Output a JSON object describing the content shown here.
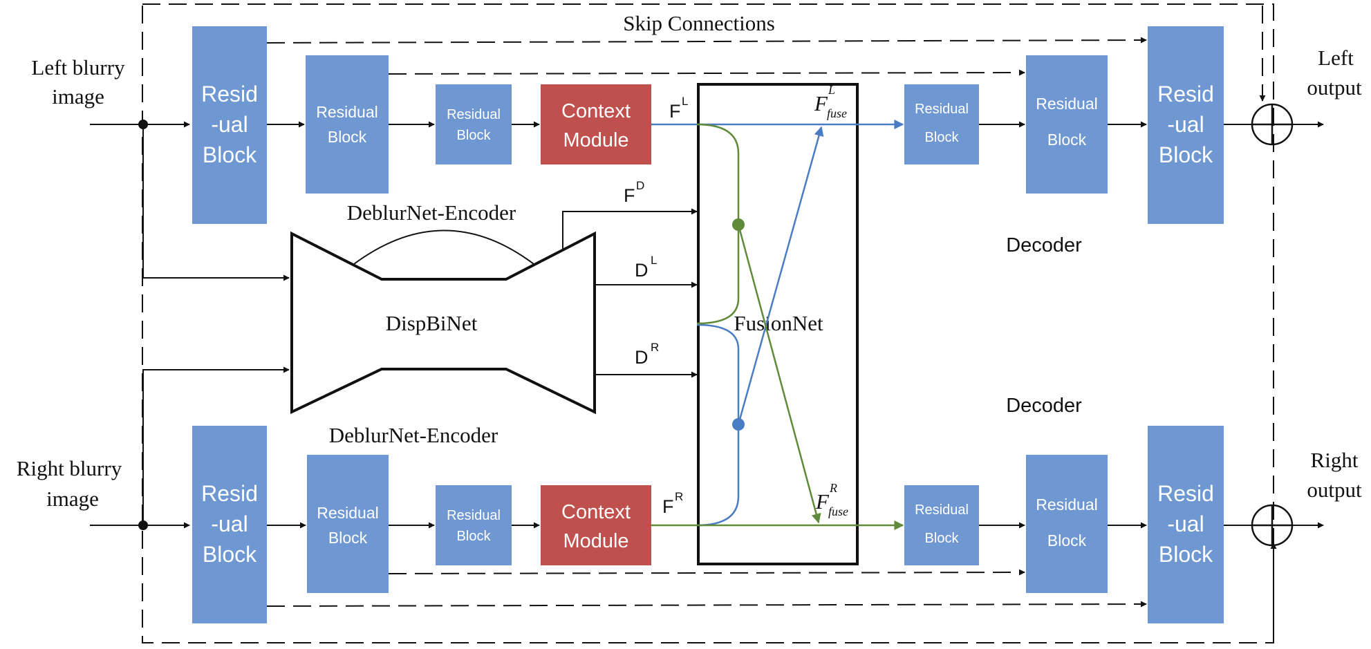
{
  "labels": {
    "skip_connections": "Skip Connections",
    "left_input_1": "Left blurry",
    "left_input_2": "image",
    "right_input_1": "Right  blurry",
    "right_input_2": "image",
    "left_output_1": "Left",
    "left_output_2": "output",
    "right_output_1": "Right",
    "right_output_2": "output",
    "encoder_top": "DeblurNet-Encoder",
    "encoder_bottom": "DeblurNet-Encoder",
    "dispbinet": "DispBiNet",
    "fusionnet": "FusionNet",
    "decoder_top": "Decoder",
    "decoder_bottom": "Decoder"
  },
  "blocks": {
    "big_line1": "Resid",
    "big_line2": "-ual",
    "big_line3": "Block",
    "medium_line1": "Residual",
    "medium_line2": "Block",
    "small_line1": "Residual",
    "small_line2": "Block",
    "context_line1": "Context",
    "context_line2": "Module"
  },
  "signals": {
    "f": "F",
    "d": "D",
    "sup_left": "L",
    "sup_right": "R",
    "sup_disp": "D",
    "fuse_sub": "fuse"
  },
  "colors": {
    "block_blue": "#6f98d2",
    "context_red": "#c0504d",
    "arrow_blue": "#4a7cc4",
    "arrow_green": "#5f8a3a",
    "line_black": "#111111"
  }
}
